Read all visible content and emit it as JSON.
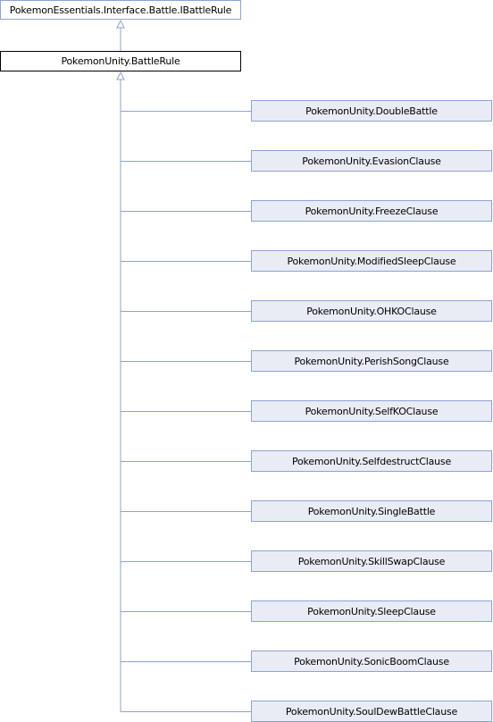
{
  "base_interface": "PokemonEssentials.Interface.Battle.IBattleRule",
  "current_class": "PokemonUnity.BattleRule",
  "derived_classes": [
    "PokemonUnity.DoubleBattle",
    "PokemonUnity.EvasionClause",
    "PokemonUnity.FreezeClause",
    "PokemonUnity.ModifiedSleepClause",
    "PokemonUnity.OHKOClause",
    "PokemonUnity.PerishSongClause",
    "PokemonUnity.SelfKOClause",
    "PokemonUnity.SelfdestructClause",
    "PokemonUnity.SingleBattle",
    "PokemonUnity.SkillSwapClause",
    "PokemonUnity.SleepClause",
    "PokemonUnity.SonicBoomClause",
    "PokemonUnity.SoulDewBattleClause"
  ],
  "colors": {
    "edge": "#8ca3d2",
    "node_border": "#8ca3d2",
    "child_fill": "#e9ecf5",
    "current_border": "#000000"
  }
}
